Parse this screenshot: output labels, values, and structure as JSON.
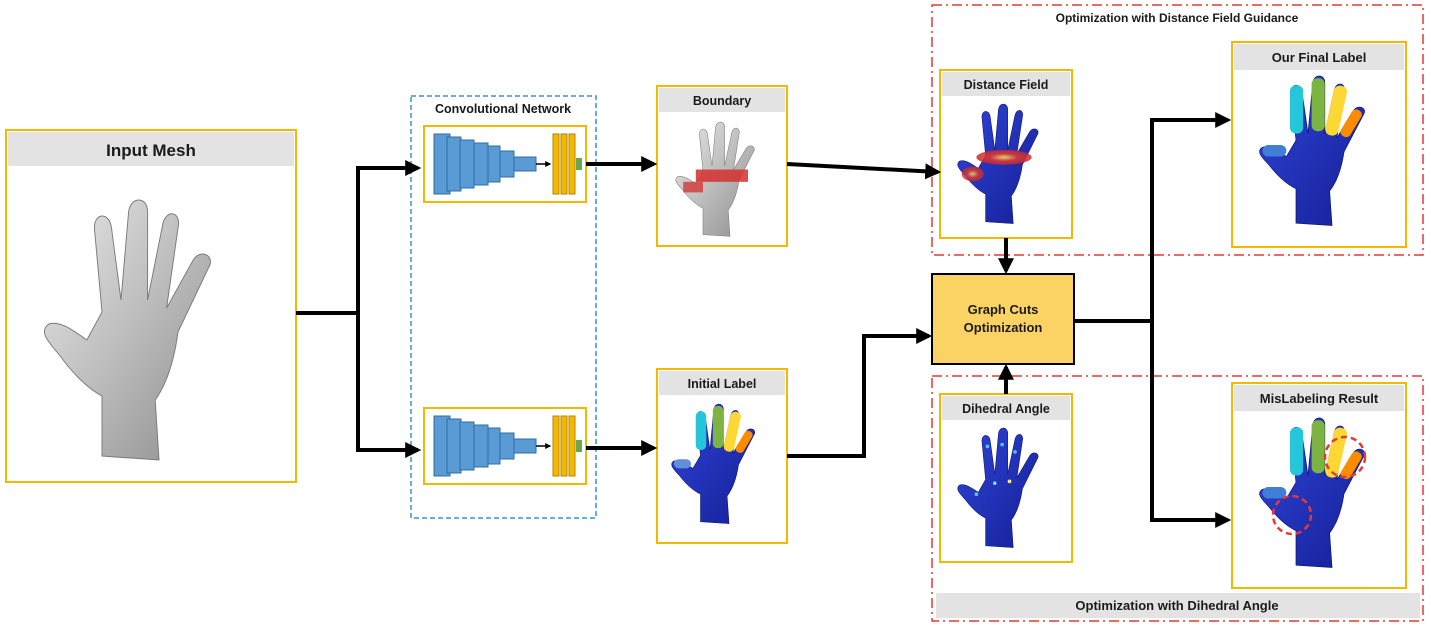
{
  "input_mesh": {
    "title": "Input Mesh"
  },
  "conv_network": {
    "title": "Convolutional Network"
  },
  "boundary": {
    "title": "Boundary"
  },
  "initial_label": {
    "title": "Initial Label"
  },
  "distance_field": {
    "title": "Distance Field"
  },
  "dihedral_angle": {
    "title": "Dihedral Angle"
  },
  "graph_cuts": {
    "line1": "Graph Cuts",
    "line2": "Optimization"
  },
  "final_label": {
    "title": "Our Final Label"
  },
  "mislabeling": {
    "title": "MisLabeling Result"
  },
  "group_distance": {
    "title": "Optimization with Distance Field Guidance"
  },
  "group_dihedral": {
    "title": "Optimization with Dihedral Angle"
  },
  "colors": {
    "panel_border": "#f5b800",
    "header_fill": "#e3e3e3",
    "conv_border": "#3a8fd6",
    "red_dash": "#e53935",
    "conv_block": "#5b9bd5",
    "fc_layer": "#f5b800",
    "output_node": "#6aa84f",
    "graph_cuts_fill": "#fbd264",
    "mesh_gray": "#c8c8c8",
    "label_blue": "#1f2fc0",
    "arrow": "#000000"
  }
}
